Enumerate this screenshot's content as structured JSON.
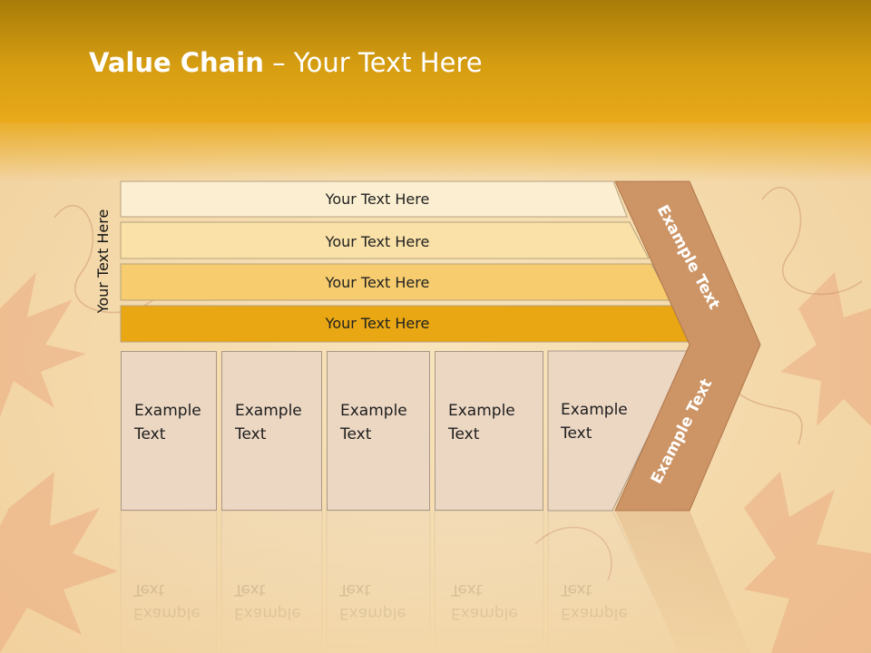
{
  "title": {
    "bold": "Value Chain",
    "rest": " – Your Text Here"
  },
  "side_label": "Your Text Here",
  "bars": [
    {
      "label": "Your Text Here",
      "color": "#fcefd1"
    },
    {
      "label": "Your Text Here",
      "color": "#f9e1a7"
    },
    {
      "label": "Your Text Here",
      "color": "#f6cc6e"
    },
    {
      "label": "Your Text Here",
      "color": "#e8a713"
    }
  ],
  "boxes": [
    {
      "line1": "Example",
      "line2": "Text"
    },
    {
      "line1": "Example",
      "line2": "Text"
    },
    {
      "line1": "Example",
      "line2": "Text"
    },
    {
      "line1": "Example",
      "line2": "Text"
    },
    {
      "line1": "Example",
      "line2": "Text"
    }
  ],
  "chevron": {
    "upper_label": "Example Text",
    "lower_label": "Example Text",
    "color": "#cd9566"
  }
}
